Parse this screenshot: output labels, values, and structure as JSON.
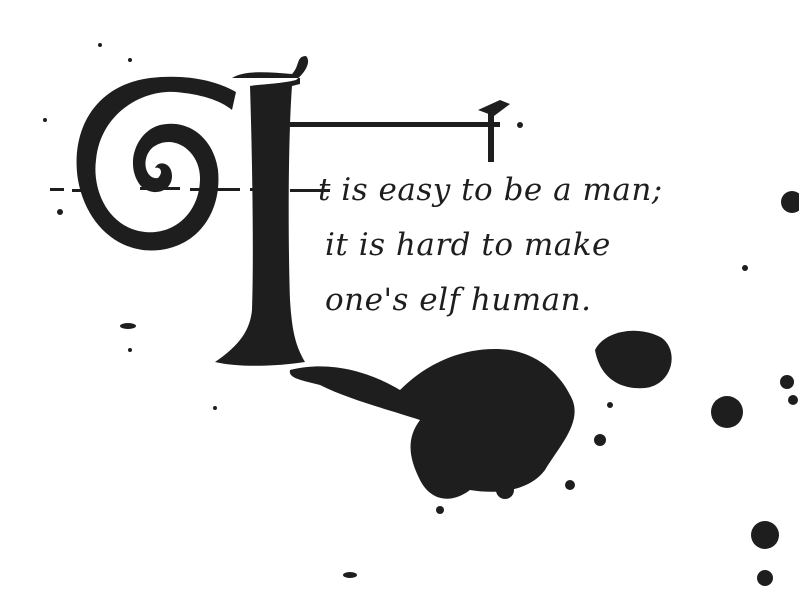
{
  "quote": {
    "drop_cap": "I",
    "lines": [
      "t is easy to be a man;",
      "it is hard to make",
      "one's elf human."
    ]
  },
  "colors": {
    "ink": "#1e1e1e",
    "background": "#ffffff"
  }
}
